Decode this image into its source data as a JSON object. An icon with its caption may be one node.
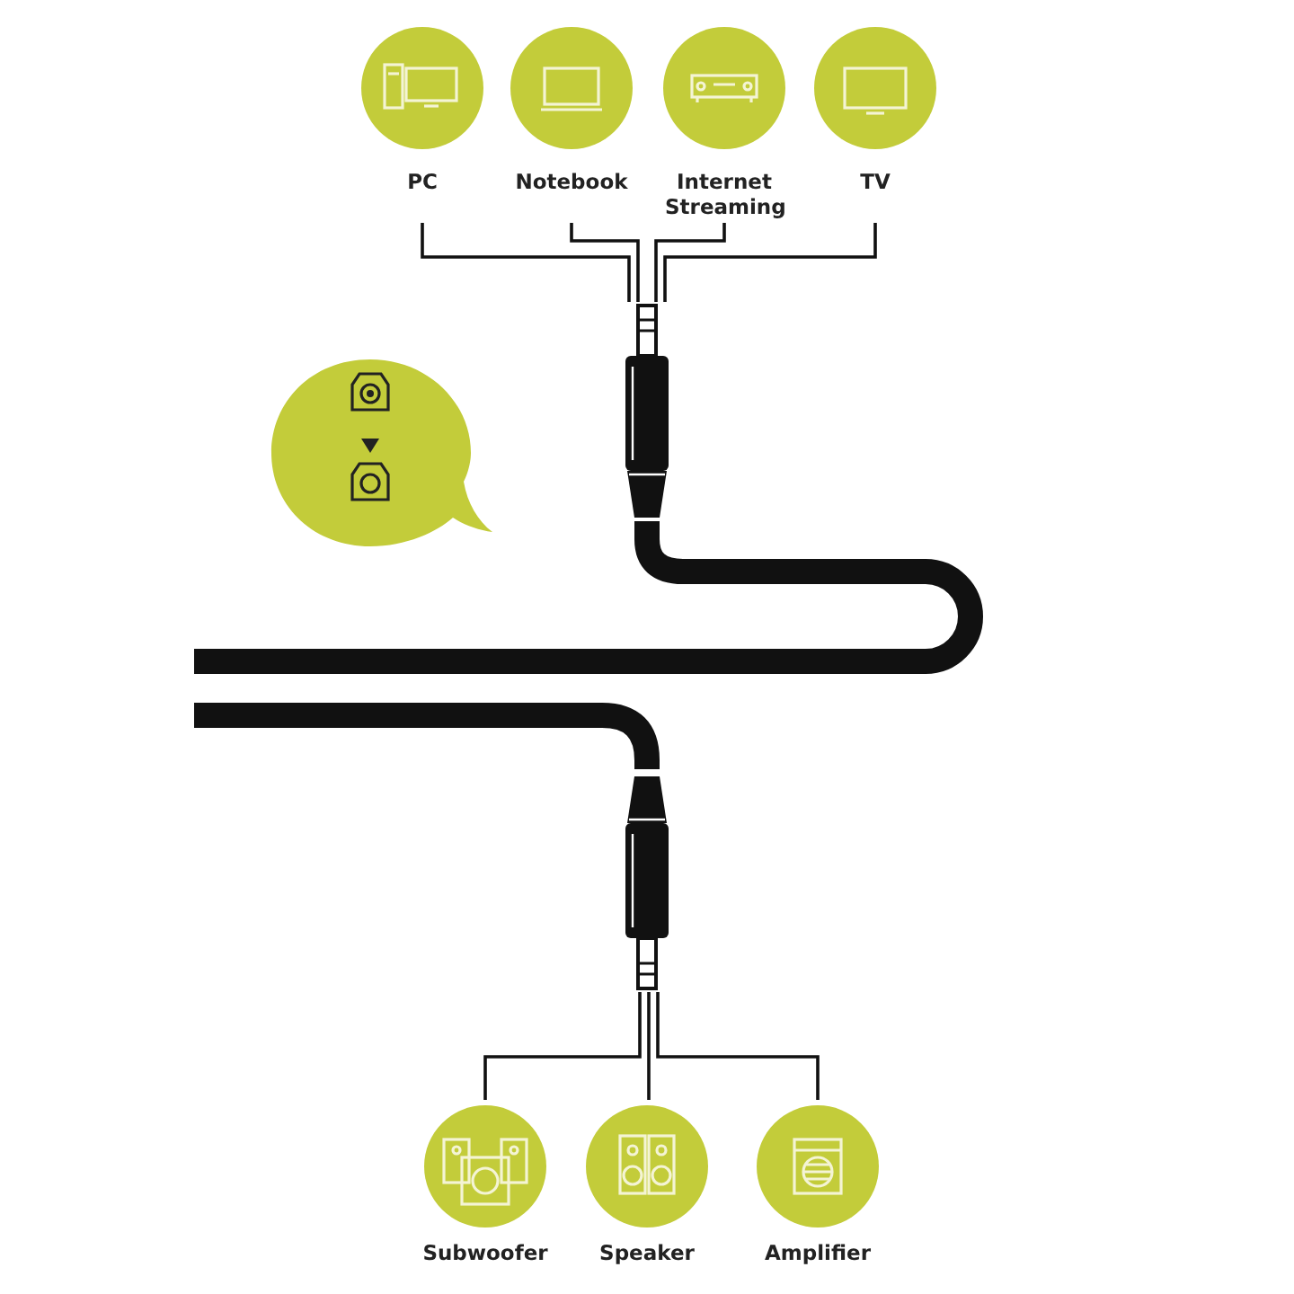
{
  "diagram": {
    "nodes": [
      {
        "text": [
          "PC"
        ]
      },
      {
        "text": [
          "Notebook"
        ]
      },
      {
        "text": [
          "Internet Streaming"
        ]
      },
      {
        "text": [
          "TV"
        ]
      },
      {
        "text": [],
        "shape": "plug"
      },
      {
        "text": [],
        "shape": "plug"
      },
      {
        "text": [
          "Subwoofer"
        ]
      },
      {
        "text": [
          "Speaker"
        ]
      },
      {
        "text": [
          "Amplifier"
        ]
      }
    ],
    "edges": [
      {
        "from": 0,
        "to": 4,
        "arrow": "none"
      },
      {
        "from": 1,
        "to": 4,
        "arrow": "none"
      },
      {
        "from": 2,
        "to": 4,
        "arrow": "none"
      },
      {
        "from": 3,
        "to": 4,
        "arrow": "none"
      },
      {
        "from": 5,
        "to": 6,
        "arrow": "none"
      },
      {
        "from": 5,
        "to": 7,
        "arrow": "none"
      },
      {
        "from": 5,
        "to": 8,
        "arrow": "none"
      }
    ]
  }
}
